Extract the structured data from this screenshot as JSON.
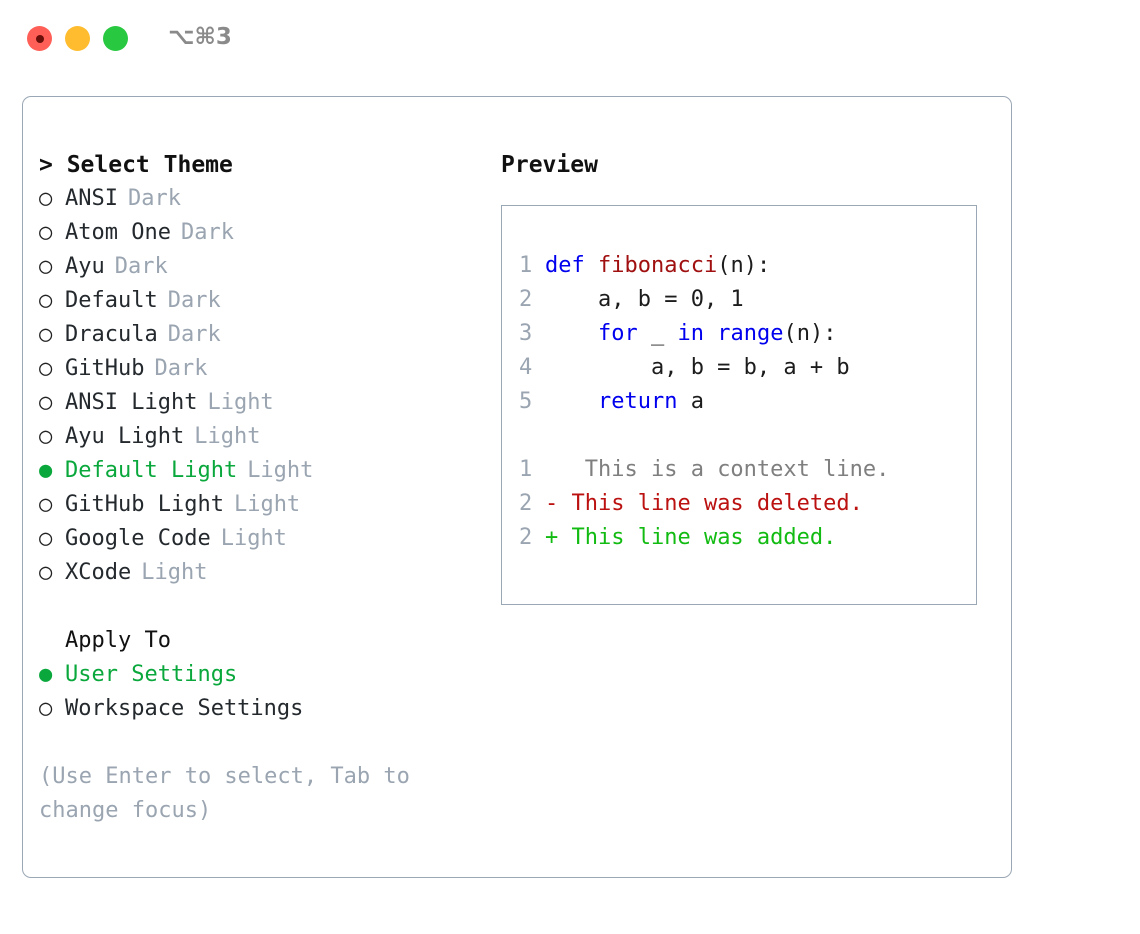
{
  "titlebar": {
    "lights": [
      {
        "name": "close",
        "color": "#ff5f57"
      },
      {
        "name": "minimize",
        "color": "#febc2e"
      },
      {
        "name": "zoom",
        "color": "#28c840"
      }
    ],
    "shortcut": "⌥⌘3"
  },
  "theme_picker": {
    "header": "> Select Theme",
    "selected_marker": "●",
    "unselected_marker": "○",
    "accent_color": "#0aa83c",
    "tag_color": "#9aa5b1",
    "items": [
      {
        "marker": "○",
        "label": "ANSI",
        "tag": "Dark",
        "selected": false
      },
      {
        "marker": "○",
        "label": "Atom One",
        "tag": "Dark",
        "selected": false
      },
      {
        "marker": "○",
        "label": "Ayu",
        "tag": "Dark",
        "selected": false
      },
      {
        "marker": "○",
        "label": "Default",
        "tag": "Dark",
        "selected": false
      },
      {
        "marker": "○",
        "label": "Dracula",
        "tag": "Dark",
        "selected": false
      },
      {
        "marker": "○",
        "label": "GitHub",
        "tag": "Dark",
        "selected": false
      },
      {
        "marker": "○",
        "label": "ANSI Light",
        "tag": "Light",
        "selected": false
      },
      {
        "marker": "○",
        "label": "Ayu Light",
        "tag": "Light",
        "selected": false
      },
      {
        "marker": "●",
        "label": "Default Light",
        "tag": "Light",
        "selected": true
      },
      {
        "marker": "○",
        "label": "GitHub Light",
        "tag": "Light",
        "selected": false
      },
      {
        "marker": "○",
        "label": "Google Code",
        "tag": "Light",
        "selected": false
      },
      {
        "marker": "○",
        "label": "XCode",
        "tag": "Light",
        "selected": false
      }
    ]
  },
  "apply_to": {
    "header": "Apply To",
    "items": [
      {
        "marker": "●",
        "label": "User Settings",
        "selected": true
      },
      {
        "marker": "○",
        "label": "Workspace Settings",
        "selected": false
      }
    ]
  },
  "hint": "(Use Enter to select, Tab to change focus)",
  "preview": {
    "title": "Preview",
    "code_lines": [
      {
        "number": "1",
        "tokens": [
          {
            "text": "def ",
            "kind": "kw"
          },
          {
            "text": "fibonacci",
            "kind": "fn"
          },
          {
            "text": "(n):",
            "kind": "pl"
          }
        ]
      },
      {
        "number": "2",
        "tokens": [
          {
            "text": "    a, b = 0, 1",
            "kind": "pl"
          }
        ]
      },
      {
        "number": "3",
        "tokens": [
          {
            "text": "    ",
            "kind": "pl"
          },
          {
            "text": "for",
            "kind": "kw"
          },
          {
            "text": " _ ",
            "kind": "pl"
          },
          {
            "text": "in",
            "kind": "kw"
          },
          {
            "text": " ",
            "kind": "pl"
          },
          {
            "text": "range",
            "kind": "kw"
          },
          {
            "text": "(n):",
            "kind": "pl"
          }
        ]
      },
      {
        "number": "4",
        "tokens": [
          {
            "text": "        a, b = b, a + b",
            "kind": "pl"
          }
        ]
      },
      {
        "number": "5",
        "tokens": [
          {
            "text": "    ",
            "kind": "pl"
          },
          {
            "text": "return",
            "kind": "kw"
          },
          {
            "text": " a",
            "kind": "pl"
          }
        ]
      }
    ],
    "diff_lines": [
      {
        "number": "1",
        "sign": " ",
        "text": "  This is a context line.",
        "kind": "context"
      },
      {
        "number": "2",
        "sign": "-",
        "text": " This line was deleted.",
        "kind": "deleted"
      },
      {
        "number": "2",
        "sign": "+",
        "text": " This line was added.",
        "kind": "added"
      }
    ]
  }
}
